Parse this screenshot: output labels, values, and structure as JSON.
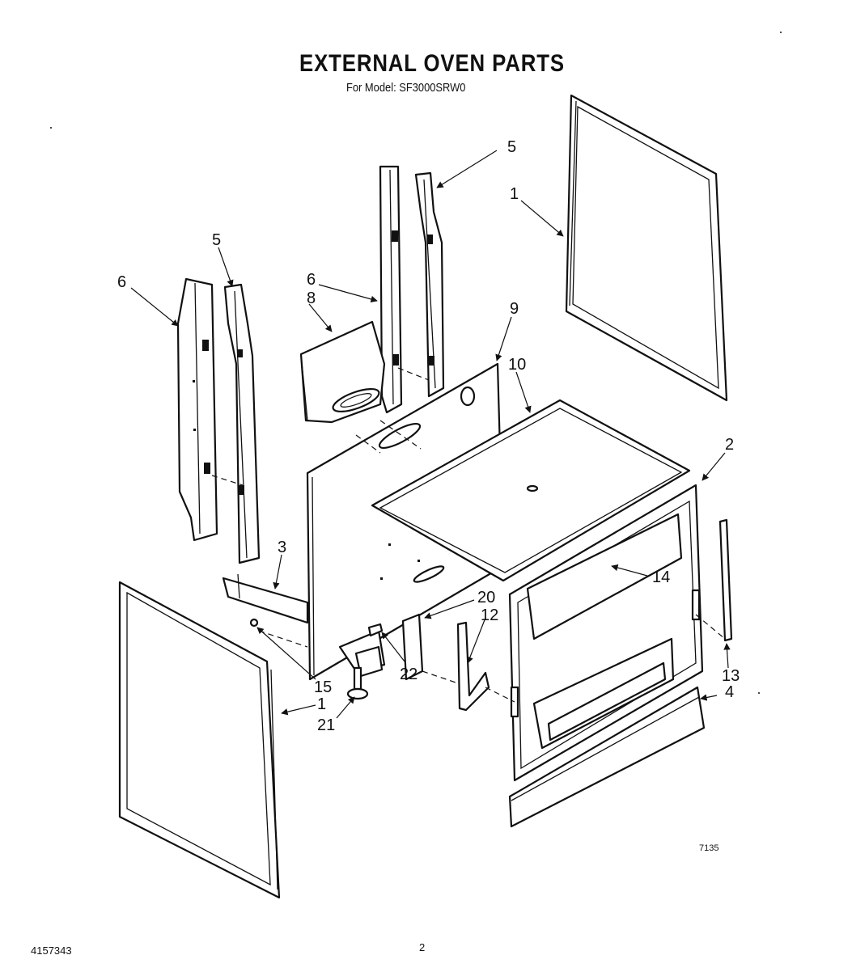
{
  "header": {
    "title": "EXTERNAL OVEN PARTS",
    "subtitle": "For Model: SF3000SRW0"
  },
  "footer": {
    "part_number": "4157343",
    "page_number": "2",
    "drawing_code": "7135"
  },
  "callouts": {
    "c1_right": "1",
    "c1_left": "1",
    "c2": "2",
    "c3": "3",
    "c4": "4",
    "c5_right": "5",
    "c5_left": "5",
    "c6_left": "6",
    "c6_center": "6",
    "c8": "8",
    "c9": "9",
    "c10": "10",
    "c12": "12",
    "c13": "13",
    "c14": "14",
    "c15": "15",
    "c20": "20",
    "c21": "21",
    "c22": "22"
  }
}
